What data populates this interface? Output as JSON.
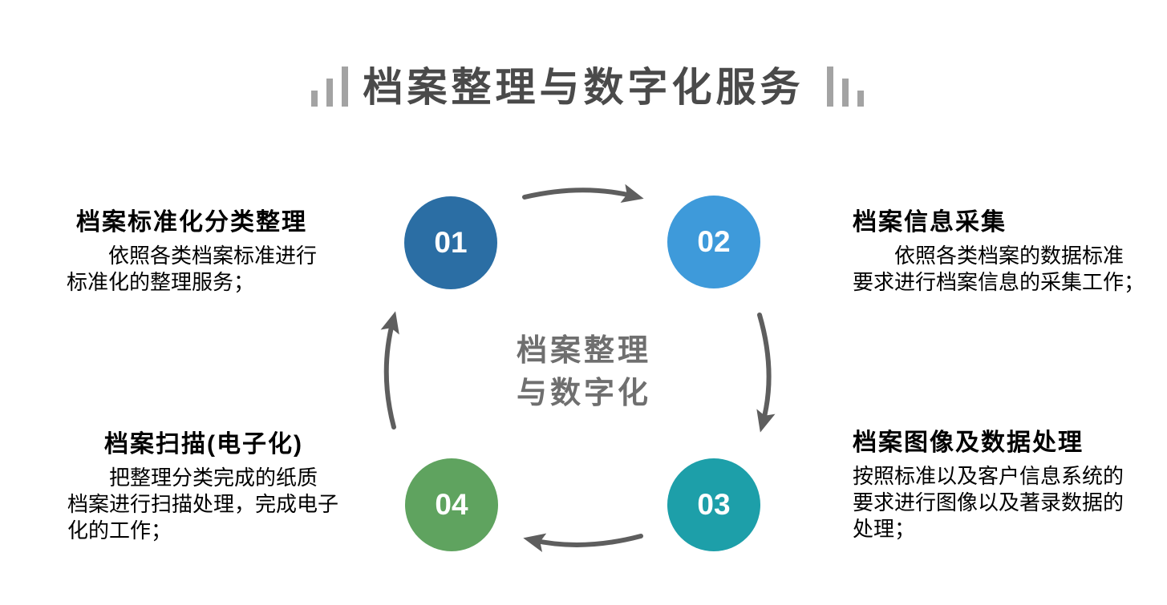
{
  "header": {
    "title": "档案整理与数字化服务",
    "title_color": "#4A4A4A",
    "bars_color": "#A3A3A3"
  },
  "center_label": {
    "line1": "档案整理",
    "line2": "与数字化",
    "color": "#6F6F6F"
  },
  "arrow_color": "#5E5E5E",
  "steps": [
    {
      "number": "01",
      "color": "#2B6EA4",
      "title": "档案标准化分类整理",
      "desc_lines": [
        "依照各类档案标准进行",
        "标准化的整理服务；"
      ]
    },
    {
      "number": "02",
      "color": "#3E9ADA",
      "title": "档案信息采集",
      "desc_lines": [
        "依照各类档案的数据标准",
        "要求进行档案信息的采集工作；"
      ]
    },
    {
      "number": "03",
      "color": "#1D9FA9",
      "title": "档案图像及数据处理",
      "desc_lines": [
        "按照标准以及客户信息系统的",
        "要求进行图像以及著录数据的",
        "处理；"
      ]
    },
    {
      "number": "04",
      "color": "#5FA35F",
      "title": "档案扫描(电子化)",
      "desc_lines": [
        "把整理分类完成的纸质",
        "档案进行扫描处理，完成电子",
        "化的工作；"
      ]
    }
  ]
}
